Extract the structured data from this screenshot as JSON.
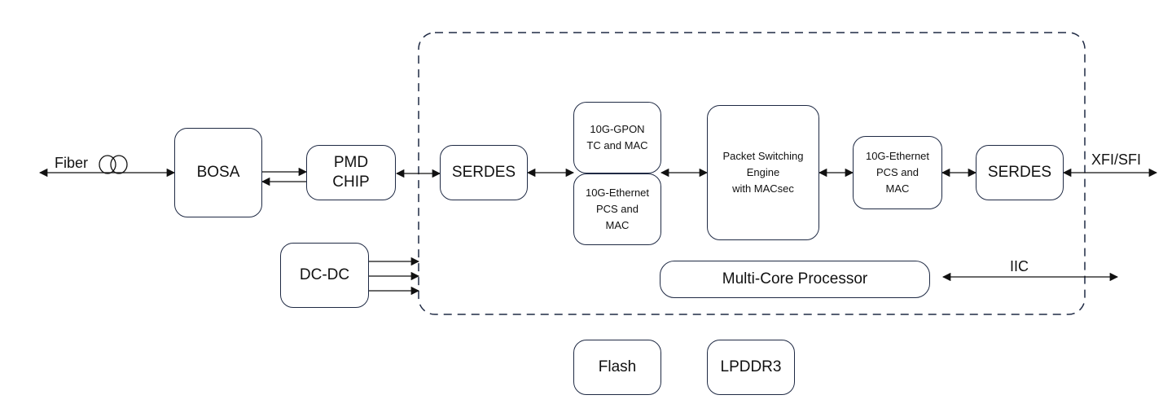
{
  "labels": {
    "fiber": "Fiber",
    "xfi_sfi": "XFI/SFI",
    "iic": "IIC"
  },
  "blocks": {
    "bosa": "BOSA",
    "pmd_chip": "PMD\nCHIP",
    "dc_dc": "DC-DC",
    "serdes_left": "SERDES",
    "gpon_mac": "10G-GPON\nTC and MAC",
    "eth_pcs_mac_left": "10G-Ethernet\nPCS and\nMAC",
    "packet_engine": "Packet Switching\nEngine\nwith MACsec",
    "eth_pcs_mac_right": "10G-Ethernet\nPCS and\nMAC",
    "serdes_right": "SERDES",
    "multicore": "Multi-Core Processor",
    "flash": "Flash",
    "lpddr3": "LPDDR3"
  },
  "icons": {
    "fiber_coil": "fiber-coil-icon"
  },
  "colors": {
    "stroke": "#1f2a44",
    "text": "#111111"
  }
}
